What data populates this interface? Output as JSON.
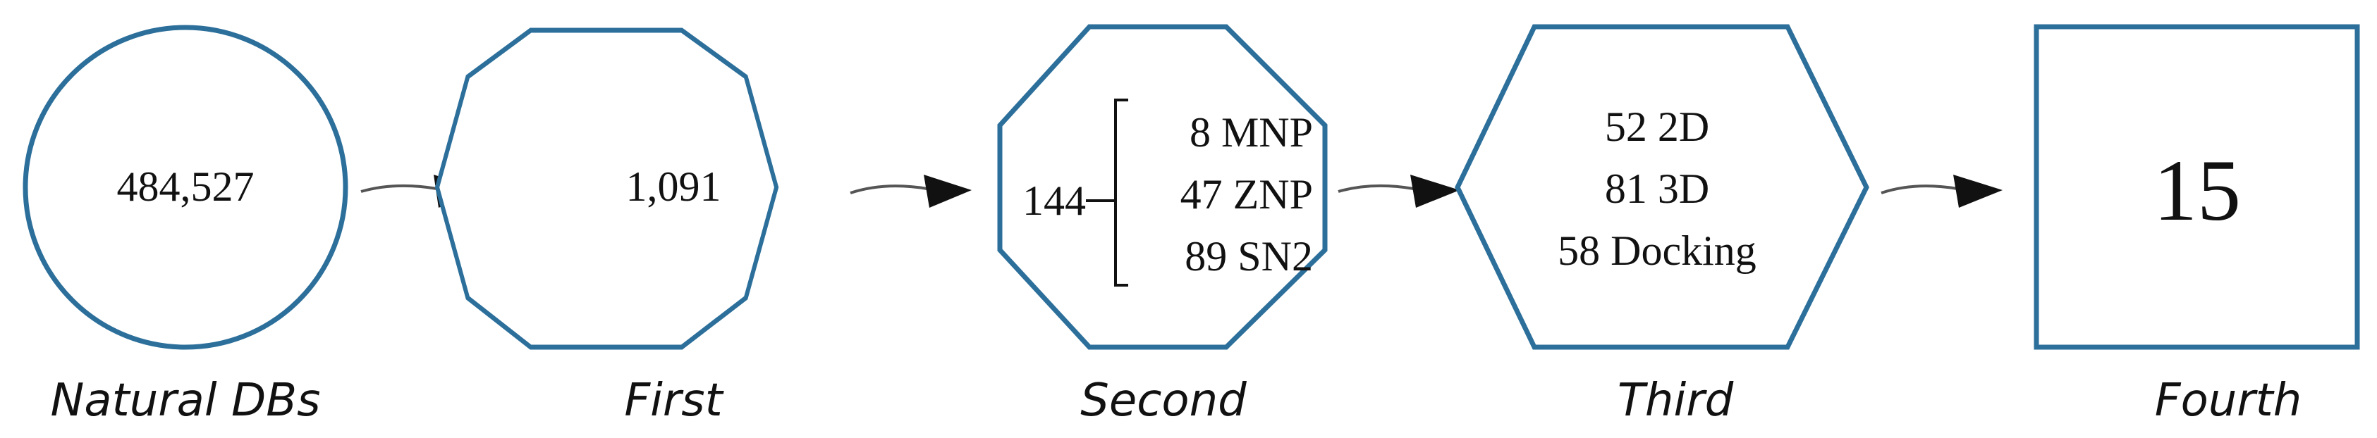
{
  "stages": [
    {
      "label": "Natural DBs",
      "value": "484,527"
    },
    {
      "label": "First",
      "value": "1,091"
    },
    {
      "label": "Second",
      "total": "144",
      "items": [
        "8 MNP",
        "47 ZNP",
        "89 SN2"
      ]
    },
    {
      "label": "Third",
      "items": [
        "52 2D",
        "81 3D",
        "58 Docking"
      ]
    },
    {
      "label": "Fourth",
      "value": "15"
    }
  ],
  "colors": {
    "shape_stroke": "#2c6f9b",
    "text": "#111111"
  }
}
